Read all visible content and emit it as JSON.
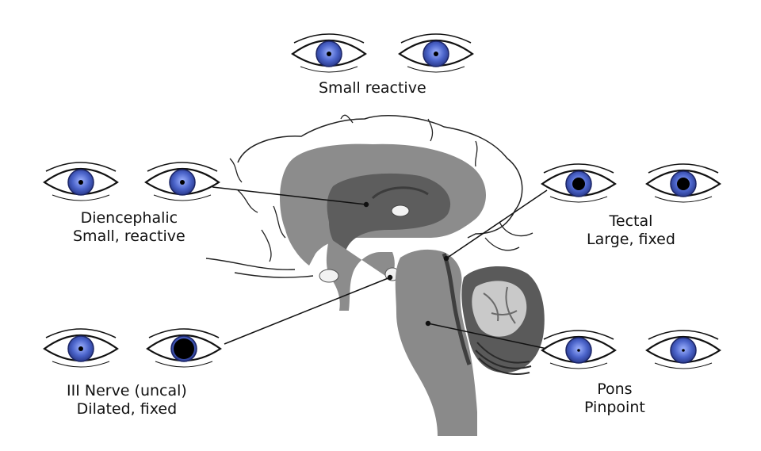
{
  "groups": {
    "top": {
      "line1": "Small reactive"
    },
    "diencephalic": {
      "line1": "Diencephalic",
      "line2": "Small, reactive"
    },
    "tectal": {
      "line1": "Tectal",
      "line2": "Large, fixed"
    },
    "third_nerve": {
      "line1": "III Nerve (uncal)",
      "line2": "Dilated, fixed"
    },
    "pons": {
      "line1": "Pons",
      "line2": "Pinpoint"
    }
  },
  "colors": {
    "iris": "#4a63c9",
    "brain_dark": "#5e5e5e",
    "brain_mid": "#8a8a8a",
    "brain_light": "#b5b5b5",
    "line": "#111111"
  }
}
